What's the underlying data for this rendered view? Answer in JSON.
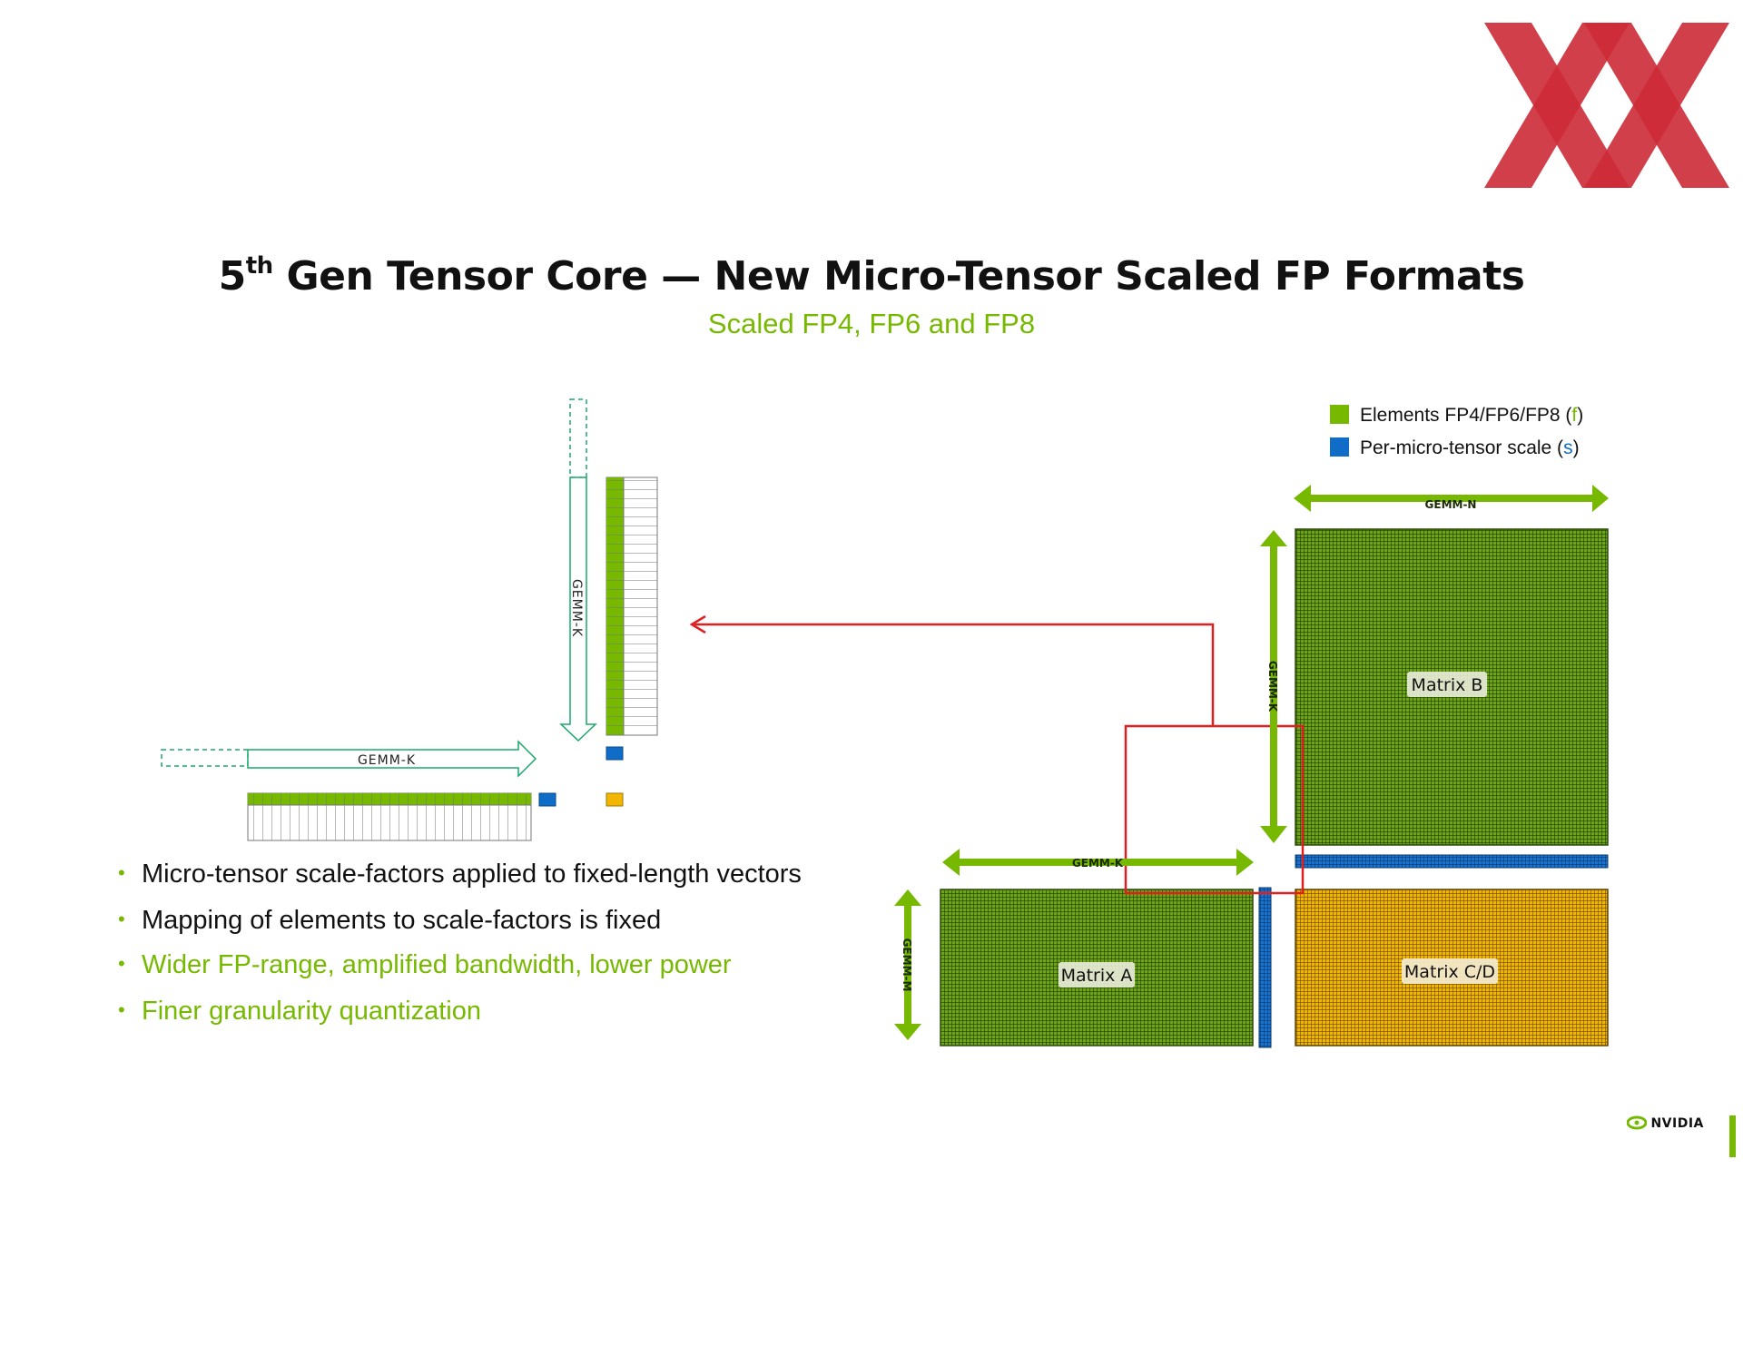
{
  "title": {
    "main": "Gen Tensor Core — New Micro-Tensor Scaled FP Formats",
    "ordinal_number": "5",
    "ordinal_suffix": "th"
  },
  "subtitle": "Scaled FP4, FP6 and FP8",
  "legend": {
    "elements_label": "Elements FP4/FP6/FP8 (",
    "elements_symbol": "f",
    "scale_label": "Per-micro-tensor scale (",
    "scale_symbol": "s",
    "close_paren": ")"
  },
  "bullets": [
    {
      "text": "Micro-tensor scale-factors applied to fixed-length vectors",
      "color": "#111111"
    },
    {
      "text": "Mapping of elements to scale-factors is fixed",
      "color": "#111111"
    },
    {
      "text": "Wider FP-range, amplified bandwidth, lower power",
      "color": "#76b900"
    },
    {
      "text": "Finer granularity quantization",
      "color": "#76b900"
    }
  ],
  "diagram": {
    "gemm_k": "GEMM-K",
    "gemm_n": "GEMM-N",
    "gemm_m": "GEMM-M",
    "matrix_a": "Matrix A",
    "matrix_b": "Matrix B",
    "matrix_cd": "Matrix C/D"
  },
  "brand": {
    "nvidia": "NVIDIA"
  },
  "colors": {
    "element_green": "#76b900",
    "matrix_green": "#4f8a0f",
    "scale_blue": "#0f6dc7",
    "result_yellow": "#f2b600",
    "highlight_red": "#e02020",
    "logo_red": "#cc2a36",
    "outline_teal": "#1aa86a"
  },
  "icons": [
    "watermark-logo",
    "nvidia-logo-icon"
  ]
}
